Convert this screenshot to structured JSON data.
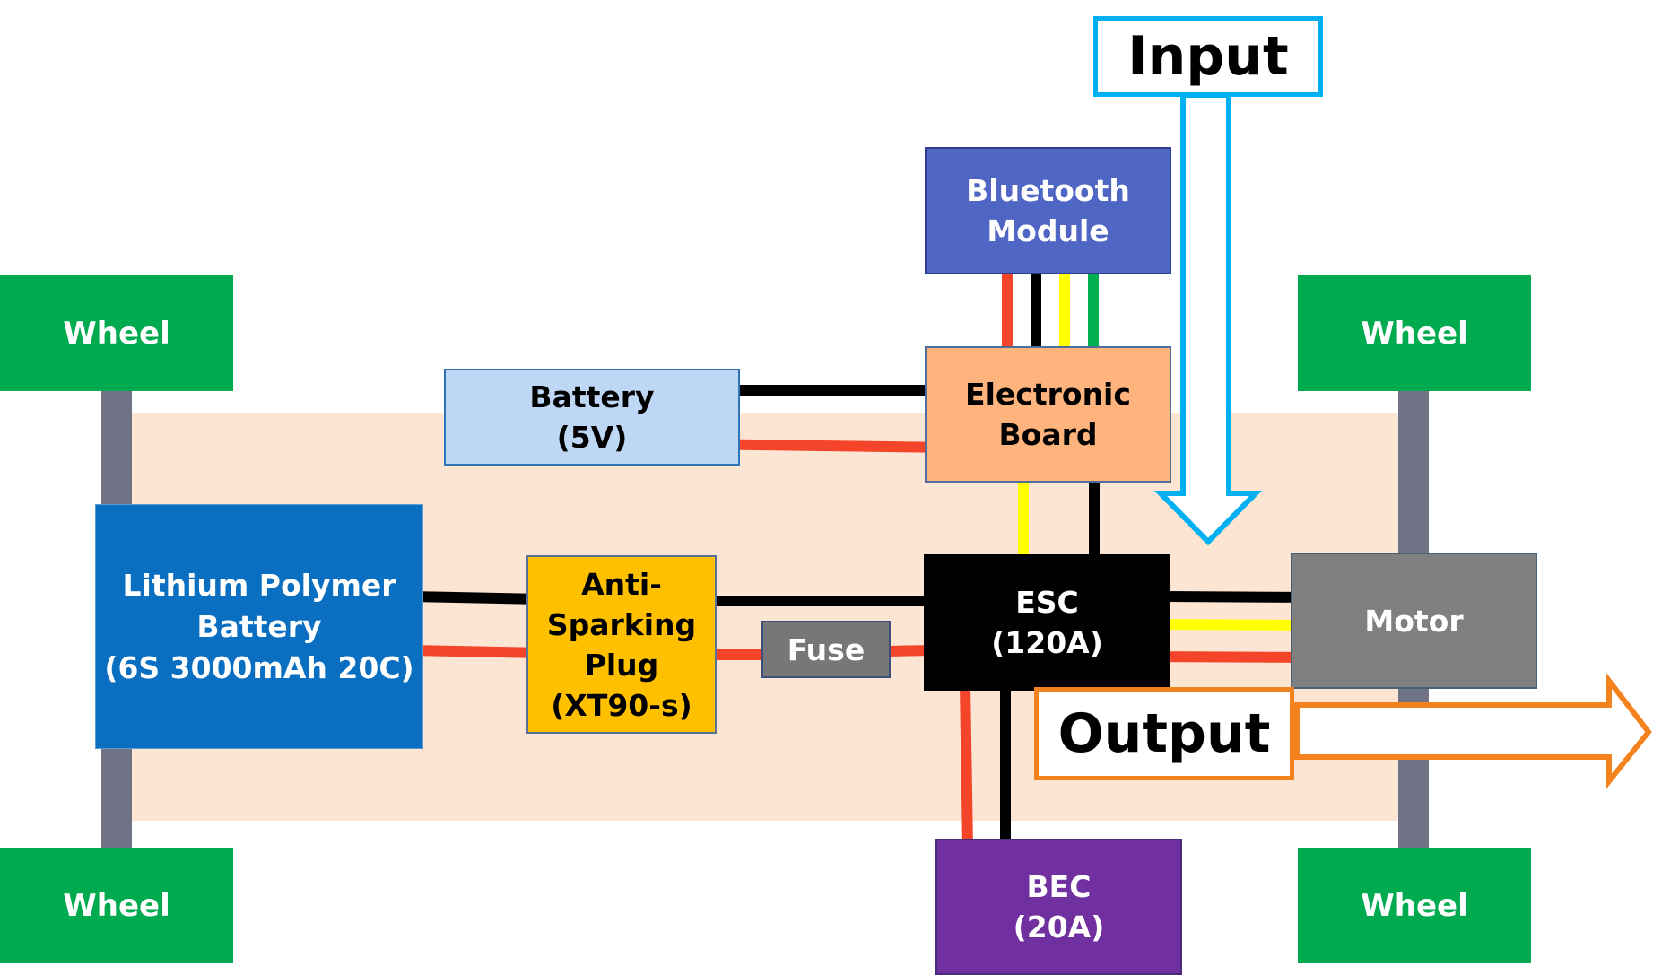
{
  "diagram": {
    "colors": {
      "chassis": "#FDE5D3",
      "axle": "#707386",
      "wire_red": "#F4442A",
      "wire_black": "#000000",
      "wire_yellow": "#FFFF00",
      "wire_green": "#00AF50",
      "input_arrow": "#00B0F0",
      "output_arrow": "#F4821F"
    },
    "wheels": {
      "front_left": "Wheel",
      "front_right": "Wheel",
      "rear_left": "Wheel",
      "rear_right": "Wheel"
    },
    "lipo_battery": {
      "lines": [
        "Lithium Polymer",
        "Battery",
        "(6S 3000mAh 20C)"
      ]
    },
    "battery_5v": {
      "lines": [
        "Battery",
        "(5V)"
      ]
    },
    "electronic_board": {
      "lines": [
        "Electronic",
        "Board"
      ]
    },
    "bluetooth_module": {
      "lines": [
        "Bluetooth",
        "Module"
      ]
    },
    "anti_sparking_plug": {
      "lines": [
        "Anti-",
        "Sparking",
        "Plug",
        "(XT90-s)"
      ]
    },
    "fuse": {
      "label": "Fuse"
    },
    "esc": {
      "lines": [
        "ESC",
        "(120A)"
      ]
    },
    "motor": {
      "label": "Motor"
    },
    "bec": {
      "lines": [
        "BEC",
        "(20A)"
      ]
    },
    "input_label": "Input",
    "output_label": "Output"
  }
}
